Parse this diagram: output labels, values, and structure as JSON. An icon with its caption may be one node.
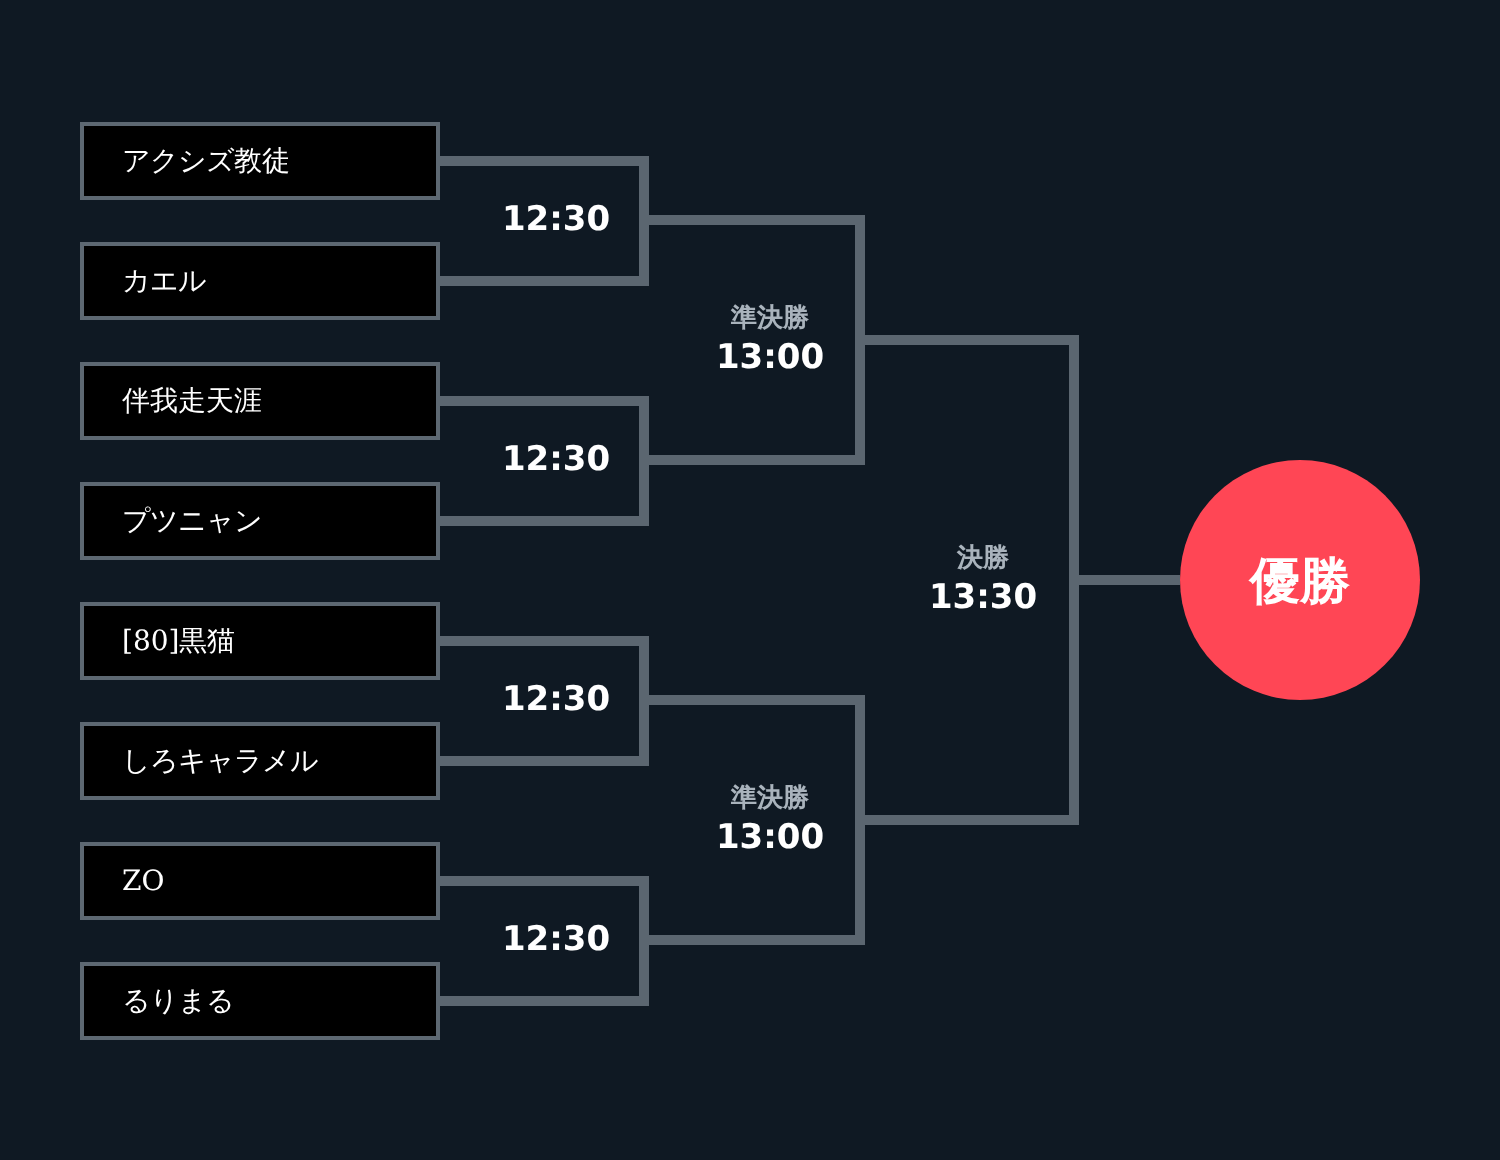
{
  "diagram": {
    "nodes": [
      {
        "text": [
          "アクシズ教徒"
        ]
      },
      {
        "text": [
          "カエル"
        ]
      },
      {
        "text": [
          "伴我走天涯"
        ]
      },
      {
        "text": [
          "プツニャン"
        ]
      },
      {
        "text": [
          "[80]黒猫"
        ]
      },
      {
        "text": [
          "しろキャラメル"
        ]
      },
      {
        "text": [
          "ZO"
        ]
      },
      {
        "text": [
          "るりまる"
        ]
      },
      {
        "text": [
          "12:30"
        ]
      },
      {
        "text": [
          "12:30"
        ]
      },
      {
        "text": [
          "12:30"
        ]
      },
      {
        "text": [
          "12:30"
        ]
      },
      {
        "text": [
          "準決勝",
          "13:00"
        ]
      },
      {
        "text": [
          "準決勝",
          "13:00"
        ]
      },
      {
        "text": [
          "決勝",
          "13:30"
        ]
      },
      {
        "text": [
          "優勝"
        ]
      }
    ],
    "edges": [
      {
        "from": 0,
        "to": 8,
        "arrow": "none"
      },
      {
        "from": 1,
        "to": 8,
        "arrow": "none"
      },
      {
        "from": 2,
        "to": 9,
        "arrow": "none"
      },
      {
        "from": 3,
        "to": 9,
        "arrow": "none"
      },
      {
        "from": 4,
        "to": 10,
        "arrow": "none"
      },
      {
        "from": 5,
        "to": 10,
        "arrow": "none"
      },
      {
        "from": 6,
        "to": 11,
        "arrow": "none"
      },
      {
        "from": 7,
        "to": 11,
        "arrow": "none"
      },
      {
        "from": 8,
        "to": 12,
        "arrow": "none"
      },
      {
        "from": 9,
        "to": 12,
        "arrow": "none"
      },
      {
        "from": 10,
        "to": 13,
        "arrow": "none"
      },
      {
        "from": 11,
        "to": 13,
        "arrow": "none"
      },
      {
        "from": 12,
        "to": 14,
        "arrow": "none"
      },
      {
        "from": 13,
        "to": 14,
        "arrow": "none"
      },
      {
        "from": 14,
        "to": 15,
        "arrow": "none"
      }
    ]
  }
}
